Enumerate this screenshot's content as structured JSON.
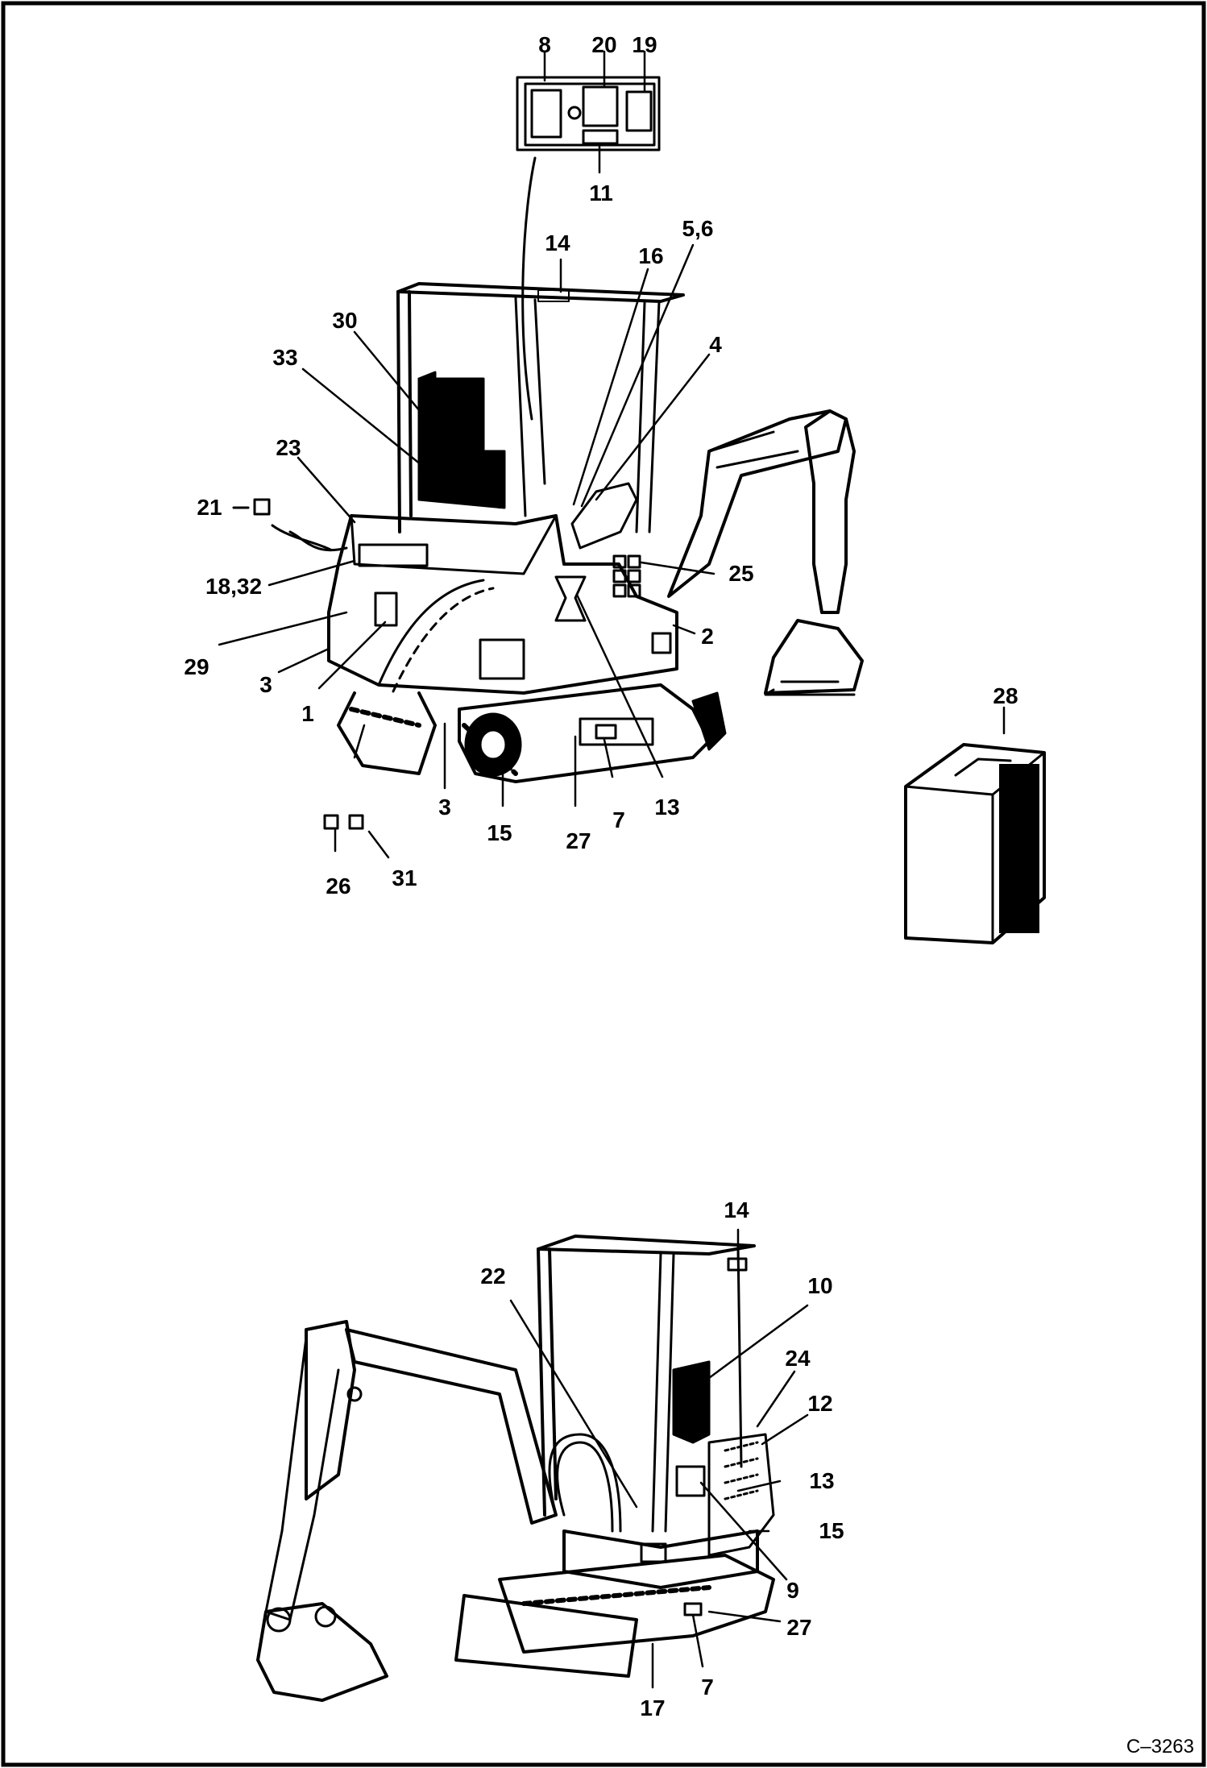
{
  "figure_number": "C–3263",
  "callouts": {
    "c8": "8",
    "c20": "20",
    "c19": "19",
    "c11": "11",
    "c14_top": "14",
    "c5_6": "5,6",
    "c16": "16",
    "c4": "4",
    "c30": "30",
    "c33": "33",
    "c23": "23",
    "c21": "21",
    "c18_32": "18,32",
    "c29": "29",
    "c3_left": "3",
    "c1": "1",
    "c25": "25",
    "c2": "2",
    "c28": "28",
    "c3_mid": "3",
    "c15_top": "15",
    "c27_top": "27",
    "c7_top": "7",
    "c13_top": "13",
    "c26": "26",
    "c31": "31",
    "c14_bottom": "14",
    "c22": "22",
    "c10": "10",
    "c24": "24",
    "c12": "12",
    "c13_bottom": "13",
    "c15_bottom": "15",
    "c9": "9",
    "c27_bottom": "27",
    "c7_bottom": "7",
    "c17": "17"
  }
}
